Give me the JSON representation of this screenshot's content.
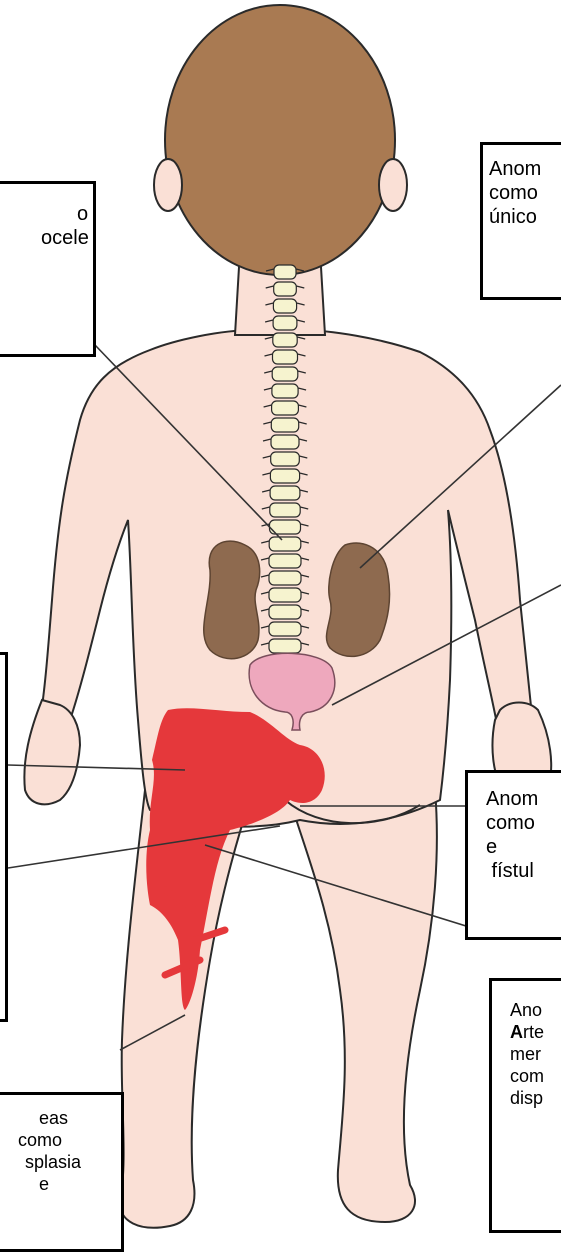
{
  "colors": {
    "skin": "#fae0d6",
    "skin_outline": "#2a2a2a",
    "hair": "#a97a52",
    "kidney": "#8e6a4f",
    "spine": "#f6f3cf",
    "bladder": "#eea8bd",
    "vascular": "#e5383b",
    "label_border": "#000000",
    "leader_line": "#333333"
  },
  "labels": {
    "spinal": {
      "line1": "o",
      "line2": "ocele"
    },
    "renal": {
      "line1": "Anom",
      "line2": "como",
      "line3": "único"
    },
    "left_side": {
      "line1": ""
    },
    "anorectal": {
      "line1": "Anom",
      "line2": "como",
      "line3": "e",
      "line4": " fístul"
    },
    "arterial": {
      "line1": "Ano",
      "line2_bold": "A",
      "line2_rest": "rte",
      "line3": "mer",
      "line4": "com",
      "line5": "disp"
    },
    "limb": {
      "line1": "eas",
      "line2": " como",
      "line3": "splasia",
      "line4": "e"
    }
  }
}
